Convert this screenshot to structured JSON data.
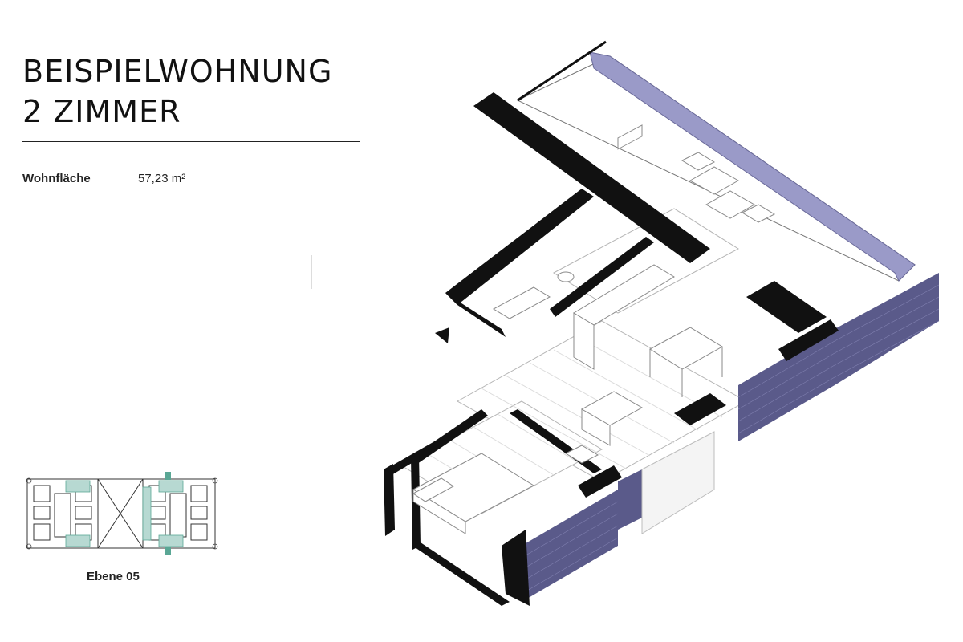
{
  "title": {
    "line1": "BEISPIELWOHNUNG",
    "line2": "2 ZIMMER"
  },
  "area": {
    "label": "Wohnfläche",
    "value": "57,23 m²"
  },
  "keyplan": {
    "level_label": "Ebene 05"
  },
  "colors": {
    "wall": "#111111",
    "brick": "#5a5a8a",
    "glass": "#9a9ac8",
    "keyplan_highlight": "#b7d9d2",
    "keyplan_marker": "#5aa795",
    "line": "#9a9a9a"
  }
}
